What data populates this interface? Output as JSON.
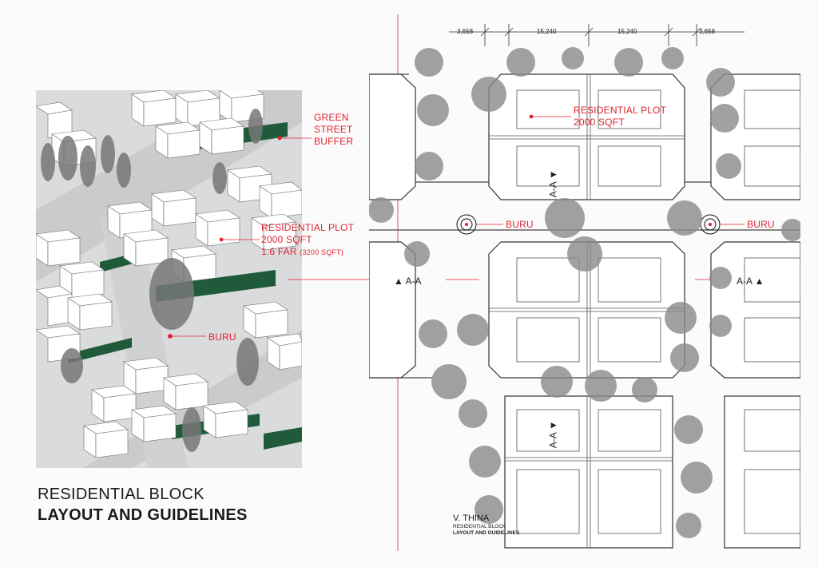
{
  "title": {
    "line1": "RESIDENTIAL BLOCK",
    "line2": "LAYOUT AND GUIDELINES"
  },
  "isometric": {
    "labels": {
      "buffer_1": "GREEN",
      "buffer_2": "STREET",
      "buffer_3": "BUFFER",
      "plot_1": "RESIDENTIAL PLOT",
      "plot_2": "2000 SQFT",
      "plot_3": "1.6 FAR",
      "plot_3b": "(3200 SQFT)",
      "buru": "BURU"
    }
  },
  "plan": {
    "dimensions": [
      "3,658",
      "15,240",
      "15,240",
      "3,658"
    ],
    "labels": {
      "plot_1": "RESIDENTIAL PLOT",
      "plot_2": "2000 SQFT",
      "buru_left": "BURU",
      "buru_right": "BURU",
      "section_left": "▲ A-A",
      "section_right": "A-A ▲",
      "section_top": "A-A ▼",
      "section_bottom": "A-A ▼"
    },
    "sheet": {
      "author": "V. THINA",
      "sub1": "RESIDENTIAL BLOCK",
      "sub2": "LAYOUT AND GUIDELINES"
    }
  },
  "colors": {
    "accent_red": "#e0242f",
    "green_buffer": "#1f5a3a",
    "text_dark": "#1a1a1a"
  }
}
